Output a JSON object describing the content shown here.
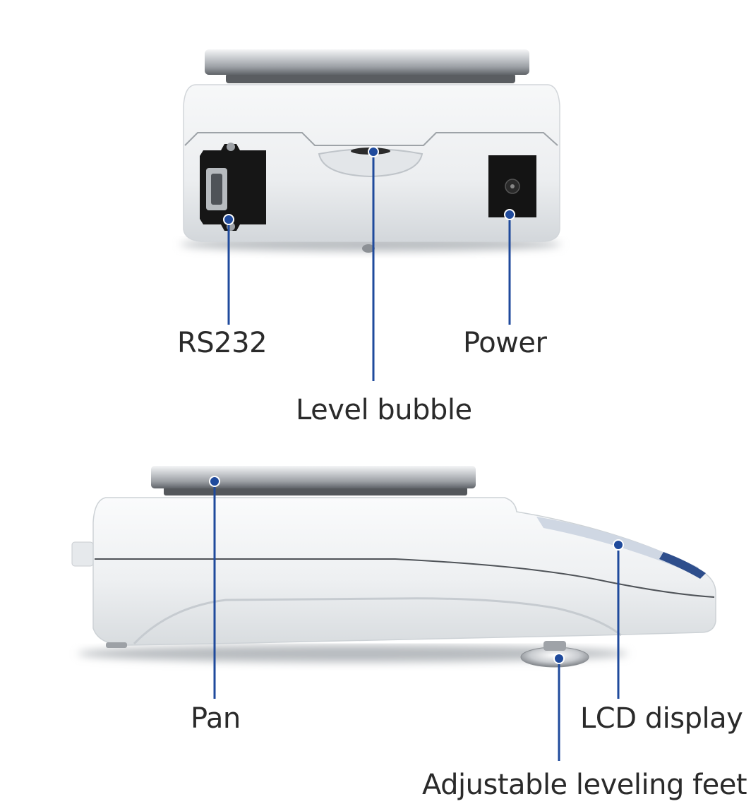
{
  "labels": {
    "rs232": "RS232",
    "power": "Power",
    "level_bubble": "Level bubble",
    "pan": "Pan",
    "lcd_display": "LCD display",
    "feet": "Adjustable leveling feet"
  },
  "colors": {
    "callout_line": "#1f4a9c",
    "body": "#eceff2",
    "body_shadow": "#c9ced4",
    "pan_metal": "#b9bdc2",
    "port_black": "#161616",
    "text": "#2a2a2a"
  }
}
